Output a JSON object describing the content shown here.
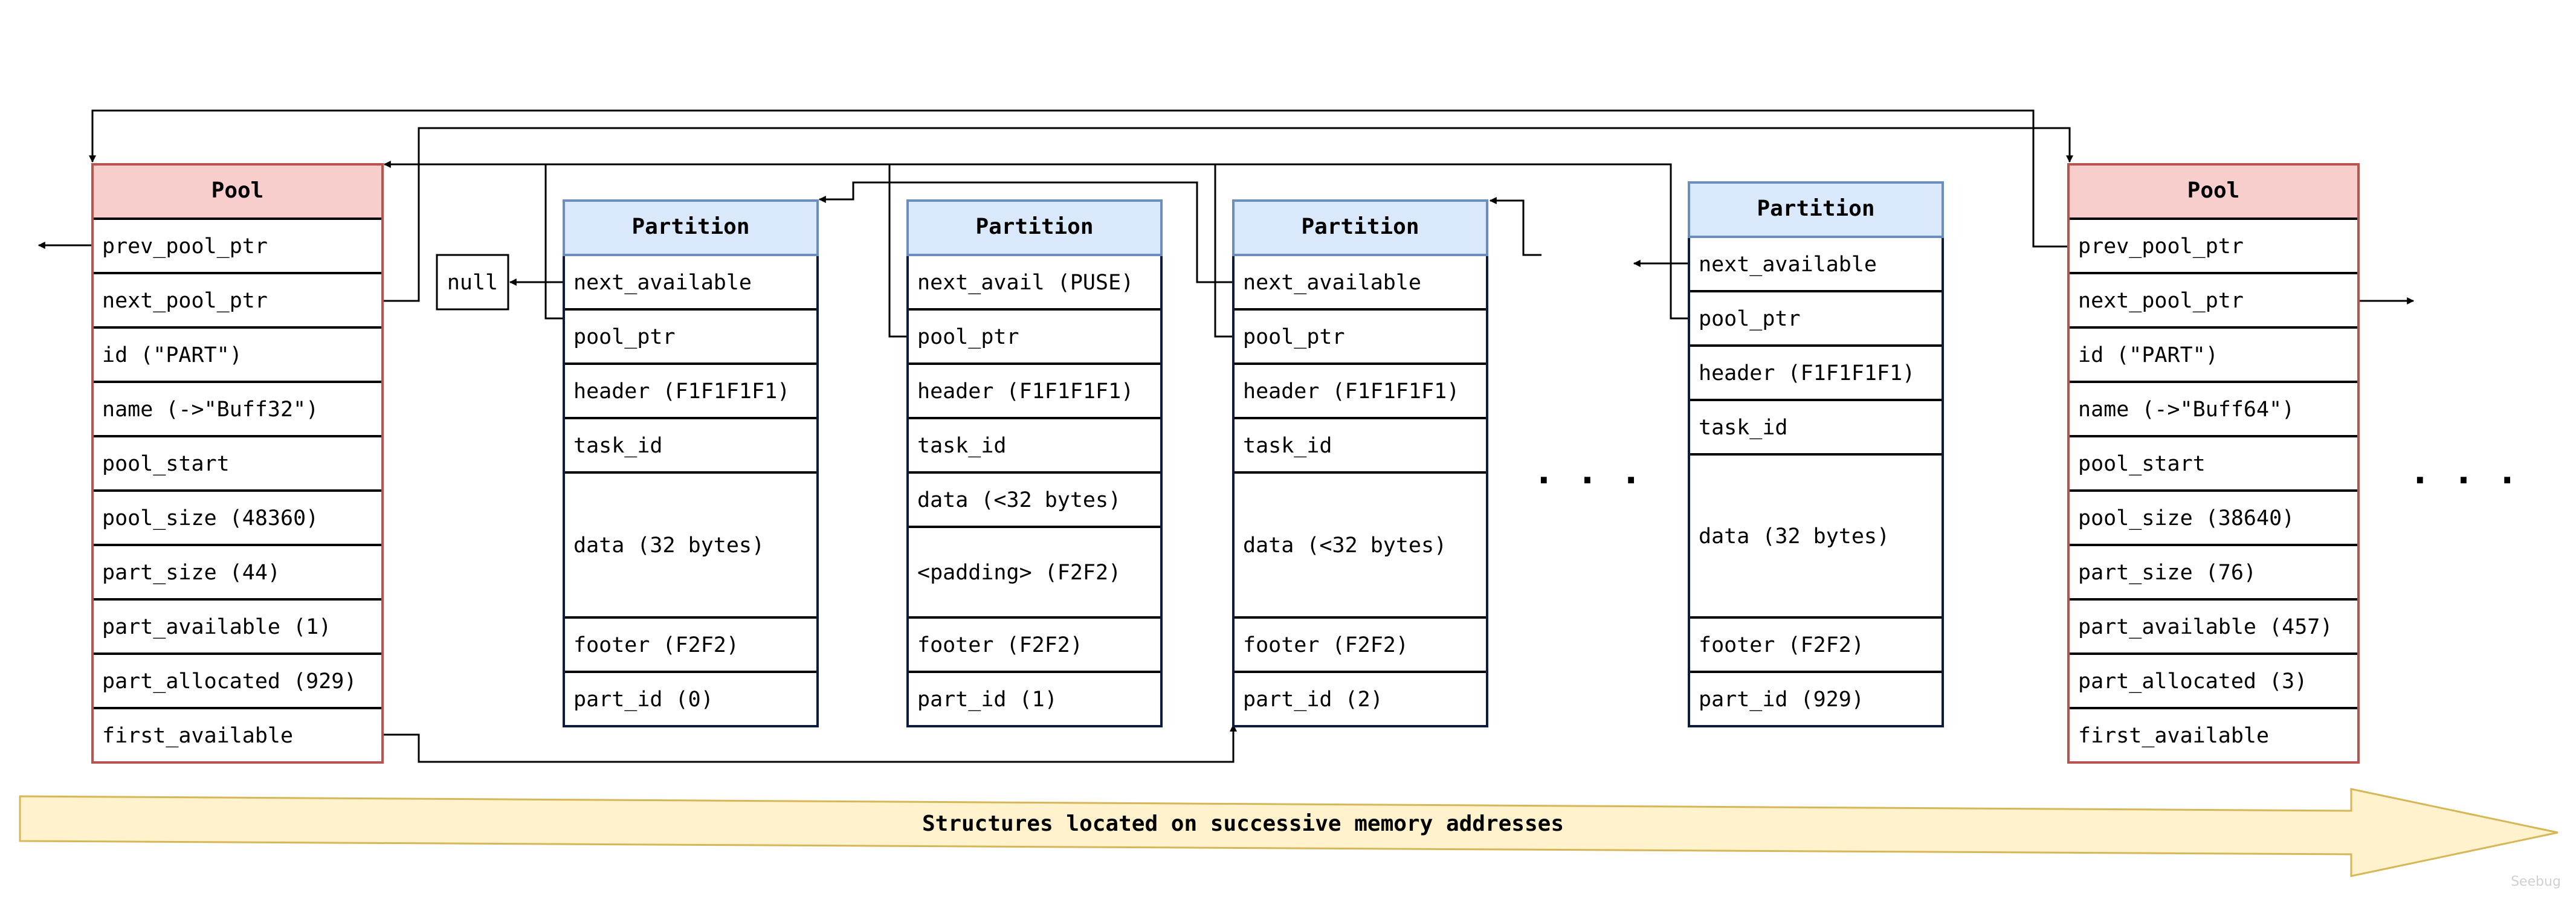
{
  "left_pool": {
    "title": "Pool",
    "fields": [
      "prev_pool_ptr",
      "next_pool_ptr",
      "id (\"PART\")",
      "name (->\"Buff32\")",
      "pool_start",
      "pool_size (48360)",
      "part_size (44)",
      "part_available (1)",
      "part_allocated (929)",
      "first_available"
    ]
  },
  "right_pool": {
    "title": "Pool",
    "fields": [
      "prev_pool_ptr",
      "next_pool_ptr",
      "id (\"PART\")",
      "name (->\"Buff64\")",
      "pool_start",
      "pool_size (38640)",
      "part_size (76)",
      "part_available (457)",
      "part_allocated (3)",
      "first_available"
    ]
  },
  "null_label": "null",
  "partitions": [
    {
      "title": "Partition",
      "fields": [
        "next_available",
        "pool_ptr",
        "header (F1F1F1F1)",
        "task_id",
        "data (32 bytes)",
        "footer (F2F2)",
        "part_id (0)"
      ]
    },
    {
      "title": "Partition",
      "fields": [
        "next_avail (PUSE)",
        "pool_ptr",
        "header (F1F1F1F1)",
        "task_id",
        "data (<32 bytes)",
        "<padding> (F2F2)",
        "footer (F2F2)",
        "part_id (1)"
      ]
    },
    {
      "title": "Partition",
      "fields": [
        "next_available",
        "pool_ptr",
        "header (F1F1F1F1)",
        "task_id",
        "data (<32 bytes)",
        "footer (F2F2)",
        "part_id (2)"
      ]
    },
    {
      "title": "Partition",
      "fields": [
        "next_available",
        "pool_ptr",
        "header (F1F1F1F1)",
        "task_id",
        "data (32 bytes)",
        "footer (F2F2)",
        "part_id (929)"
      ]
    }
  ],
  "ellipsis": ". . .",
  "banner_text": "Structures located on successive memory addresses",
  "watermark": "Seebug",
  "colors": {
    "pool_header_fill": "#f8cecc",
    "pool_border": "#b85450",
    "partition_header_fill": "#dae8fc",
    "partition_border": "#6c8ebf",
    "banner_fill": "#fff2cc",
    "banner_border": "#d6b656"
  }
}
